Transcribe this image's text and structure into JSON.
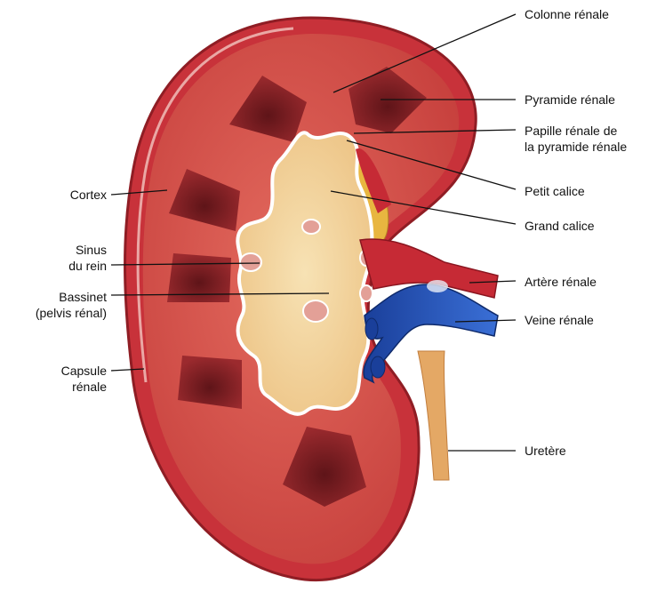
{
  "labels": {
    "colonne_renale": "Colonne rénale",
    "pyramide_renale": "Pyramide rénale",
    "papille_line1": "Papille rénale de",
    "papille_line2": "la pyramide rénale",
    "petit_calice": "Petit calice",
    "grand_calice": "Grand calice",
    "artere_renale": "Artère rénale",
    "veine_renale": "Veine rénale",
    "uretere": "Uretère",
    "cortex": "Cortex",
    "sinus_line1": "Sinus",
    "sinus_line2": "du rein",
    "bassinet_line1": "Bassinet",
    "bassinet_line2": "(pelvis rénal)",
    "capsule_line1": "Capsule",
    "capsule_line2": "rénale"
  },
  "colors": {
    "capsule": "#c8323a",
    "cortex": "#d9534c",
    "pyramid": "#7a1f24",
    "pelvis": "#f3d7a0",
    "artery": "#c62a35",
    "vein": "#2454b8",
    "ureter": "#e0a060",
    "fat": "#e8b640"
  }
}
